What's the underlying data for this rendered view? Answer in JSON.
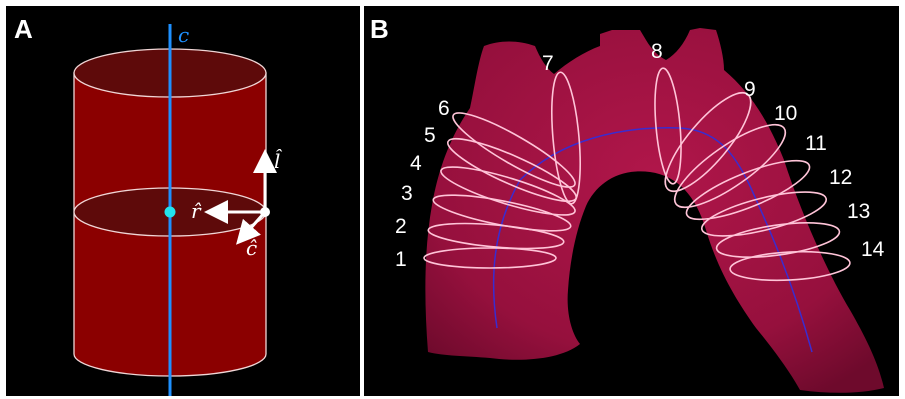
{
  "panels": {
    "a": {
      "letter": "A"
    },
    "b": {
      "letter": "B"
    }
  },
  "cylinder": {
    "centerline_label": "c",
    "vector_l": "l̂",
    "vector_r": "r̂",
    "vector_c": "ĉ"
  },
  "aorta": {
    "ring_labels": [
      "1",
      "2",
      "3",
      "4",
      "5",
      "6",
      "7",
      "8",
      "9",
      "10",
      "11",
      "12",
      "13",
      "14"
    ]
  },
  "colors": {
    "background": "#000000",
    "cylinder_fill": "#8b0000",
    "cylinder_cap": "#5e0a0a",
    "centerline": "#1e90ff",
    "center_dot": "#22e3ee",
    "aorta_fill": "#a8123f",
    "aorta_centerline": "#3a2cd0",
    "ring_stroke": "#ffc4d8"
  }
}
